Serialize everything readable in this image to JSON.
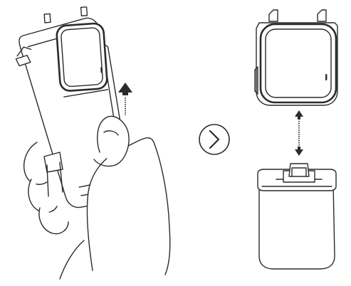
{
  "diagram": {
    "steps": [
      {
        "id": "slide-out",
        "action": "slide-up",
        "icon": "upward-arrow-icon"
      },
      {
        "id": "separate",
        "action": "detach-attach",
        "icon": "double-arrow-icon"
      }
    ],
    "connector_icon": "chevron-right-circle-icon",
    "line_color": "#2b2b2b",
    "background": "#ffffff"
  }
}
